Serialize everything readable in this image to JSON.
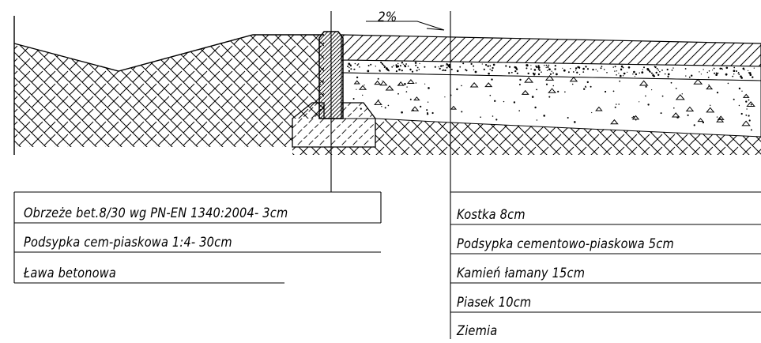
{
  "slope_label": "2%",
  "left_layers": [
    "Obrzeże bet.8/30 wg PN-EN 1340:2004- 3cm",
    "Podsypka cem-piaskowa 1:4- 30cm",
    "Ława betonowa"
  ],
  "right_layers": [
    "Kostka 8cm",
    "Podsypka cementowo-piaskowa 5cm",
    "Kamień łamany 15cm",
    "Piasek 10cm",
    "Ziemia"
  ],
  "colors": {
    "line": "#000000",
    "background": "#ffffff"
  }
}
